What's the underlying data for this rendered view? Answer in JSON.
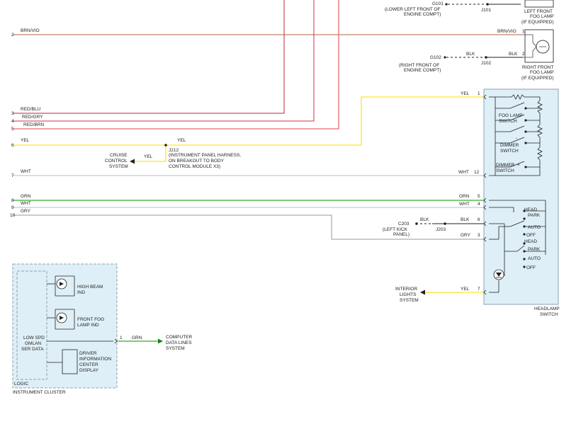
{
  "colors": {
    "red": "#e8404a",
    "dark_red": "#b8263a",
    "brn_vio": "#b5653f",
    "yellow": "#ffe94a",
    "green": "#33aa33",
    "gray": "#9a9a9a",
    "white_wire": "#bbbbbb",
    "module_fill": "#deeff7",
    "module_border": "#8aa6b4",
    "arrow_yellow": "#f2d400",
    "arrow_green": "#118811"
  },
  "top_right": {
    "g101": "G101",
    "g101_desc1": "(LOWER LEFT FRONT OF",
    "g101_desc2": "ENGINE COMPT)",
    "j101": "J101",
    "lf_fog1": "LEFT FRONT",
    "lf_fog2": "FOG LAMP",
    "lf_fog3": "(IF EQUIPPED)",
    "brn_vio": "BRN/VIO",
    "pin1": "1",
    "blk": "BLK",
    "pin2": "2",
    "g102": "G102",
    "g102_desc1": "(RIGHT FRONT OF",
    "g102_desc2": "ENGINE COMPT)",
    "j102": "J102",
    "rf_fog1": "RIGHT FRONT",
    "rf_fog2": "FOG LAMP",
    "rf_fog3": "(IF EQUIPPED)"
  },
  "left_pins": {
    "p2": "2",
    "p3": "3",
    "p4": "4",
    "p5": "5",
    "p6": "6",
    "p7": "7",
    "p8": "8",
    "p9": "9",
    "p10": "10",
    "brn_vio": "BRN/VIO",
    "red_blu": "RED/BLU",
    "red_gry": "RED/GRY",
    "red_brn": "RED/BRN",
    "yel": "YEL",
    "wht": "WHT",
    "grn": "GRN",
    "wht2": "WHT",
    "gry": "GRY"
  },
  "middle": {
    "yel_j212": "YEL",
    "j212": "J212",
    "j212_desc1": "(INSTRUMENT PANEL HARNESS,",
    "j212_desc2": "ON BREAKOUT TO BODY",
    "j212_desc3": "CONTROL MODULE X3)",
    "cruise1": "CRUISE",
    "cruise2": "CONTROL",
    "cruise3": "SYSTEM",
    "yel_cruise": "YEL",
    "c203": "C203",
    "c203_desc1": "(LEFT KICK",
    "c203_desc2": "PANEL)",
    "j203": "J203",
    "blk_c203": "BLK",
    "interior1": "INTERIOR",
    "interior2": "LIGHTS",
    "interior3": "SYSTEM",
    "yel_interior": "YEL"
  },
  "headlamp_switch": {
    "yel1": "YEL",
    "pin1": "1",
    "fog_lamp1": "FOG LAMP",
    "fog_lamp2": "SWITCH",
    "dimmer_minus1": "DIMMER",
    "dimmer_minus2": "SWITCH",
    "dimmer_minus_sign": "-",
    "dimmer_plus1": "DIMMER",
    "dimmer_plus_sign": "+",
    "dimmer_plus2": "SWITCH",
    "wht12": "WHT",
    "pin12": "12",
    "grn5": "GRN",
    "pin5": "5",
    "wht4": "WHT",
    "pin4": "4",
    "blk6": "BLK",
    "pin6": "6",
    "gry3": "GRY",
    "pin3": "3",
    "yel7": "YEL",
    "pin7": "7",
    "head": "HEAD",
    "park": "PARK",
    "auto": "AUTO",
    "off": "OFF",
    "title1": "HEADLAMP",
    "title2": "SWITCH"
  },
  "cluster": {
    "high_beam1": "HIGH BEAM",
    "high_beam2": "IND",
    "front_fog1": "FRONT FOG",
    "front_fog2": "LAMP IND",
    "low_spd1": "LOW SPD",
    "low_spd2": "GMLAN",
    "low_spd3": "SER DATA",
    "dic1": "DRIVER",
    "dic2": "INFORMATION",
    "dic3": "CENTER",
    "dic4": "DISPLAY",
    "logic": "LOGIC",
    "title": "INSTRUMENT CLUSTER",
    "pin1": "1",
    "grn": "GRN",
    "computer1": "COMPUTER",
    "computer2": "DATA LINES",
    "computer3": "SYSTEM"
  }
}
